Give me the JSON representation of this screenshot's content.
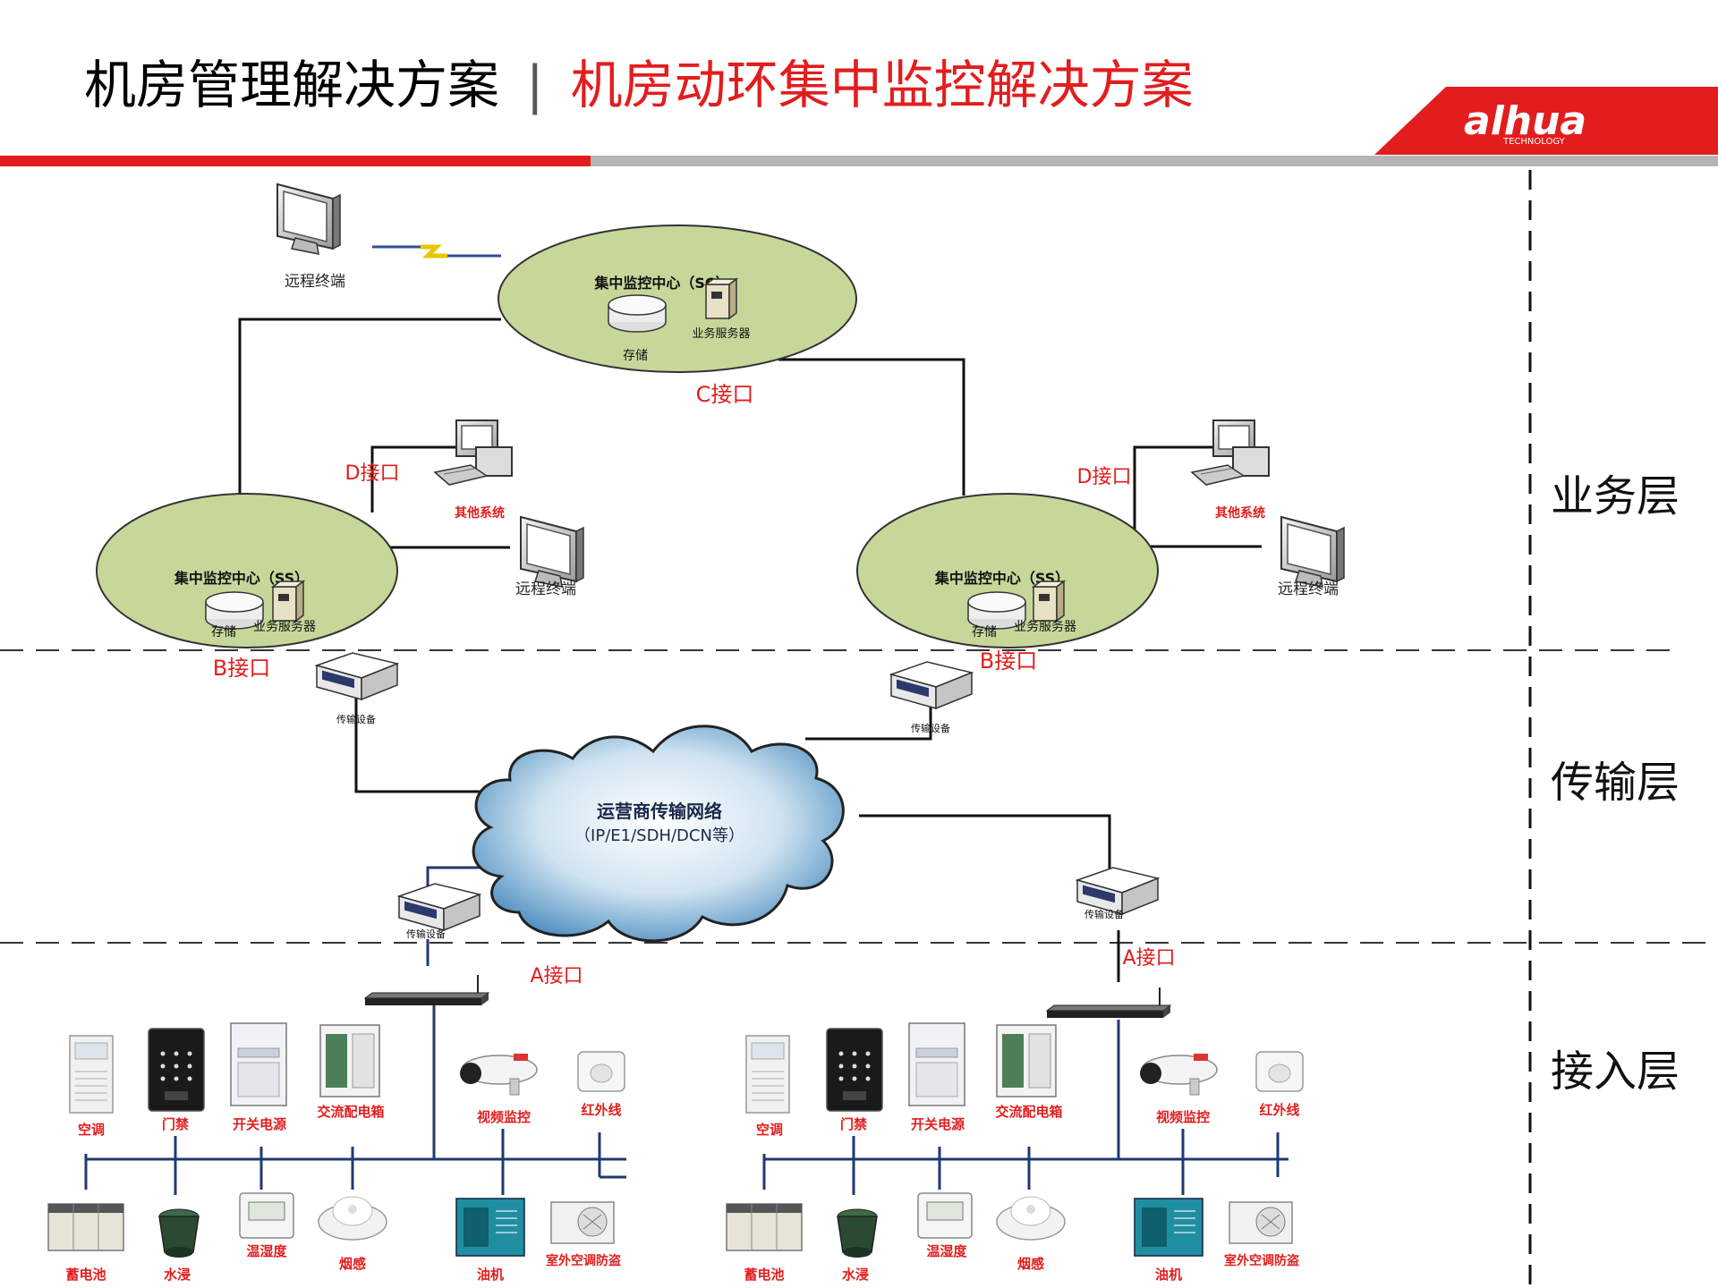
{
  "header": {
    "title_main": "机房管理解决方案",
    "separator": "|",
    "title_sub": "机房动环集中监控解决方案",
    "logo_text": "alhua",
    "logo_sub": "TECHNOLOGY"
  },
  "layers": {
    "business": "业务层",
    "transport": "传输层",
    "access": "接入层"
  },
  "central": {
    "title": "集中监控中心（SC）",
    "storage": "存储",
    "server": "业务服务器",
    "remote": "远程终端"
  },
  "left_ss": {
    "title": "集中监控中心（SS）",
    "storage": "存储",
    "server": "业务服务器",
    "other": "其他系统",
    "remote": "远程终端"
  },
  "right_ss": {
    "title": "集中监控中心（SS）",
    "storage": "存储",
    "server": "业务服务器",
    "other": "其他系统",
    "remote": "远程终端"
  },
  "interfaces": {
    "c": "C接口",
    "d_left": "D接口",
    "d_right": "D接口",
    "b_left": "B接口",
    "b_right": "B接口",
    "a_left": "A接口",
    "a_right": "A接口"
  },
  "cloud": {
    "line1": "运营商传输网络",
    "line2": "（IP/E1/SDH/DCN等）"
  },
  "transmission": "传输设备",
  "left_devices": {
    "top": [
      "空调",
      "门禁",
      "开关电源",
      "交流配电箱",
      "视频监控",
      "红外线"
    ],
    "bottom": [
      "蓄电池",
      "水浸",
      "温湿度",
      "烟感",
      "油机",
      "室外空调防盗"
    ]
  },
  "right_devices": {
    "top": [
      "空调",
      "门禁",
      "开关电源",
      "交流配电箱",
      "视频监控",
      "红外线"
    ],
    "bottom": [
      "蓄电池",
      "水浸",
      "温湿度",
      "烟感",
      "油机",
      "室外空调防盗"
    ]
  },
  "colors": {
    "red": "#e31d1d",
    "ellipse": "#c7d79a",
    "gray_bar": "#b5b5b5"
  }
}
